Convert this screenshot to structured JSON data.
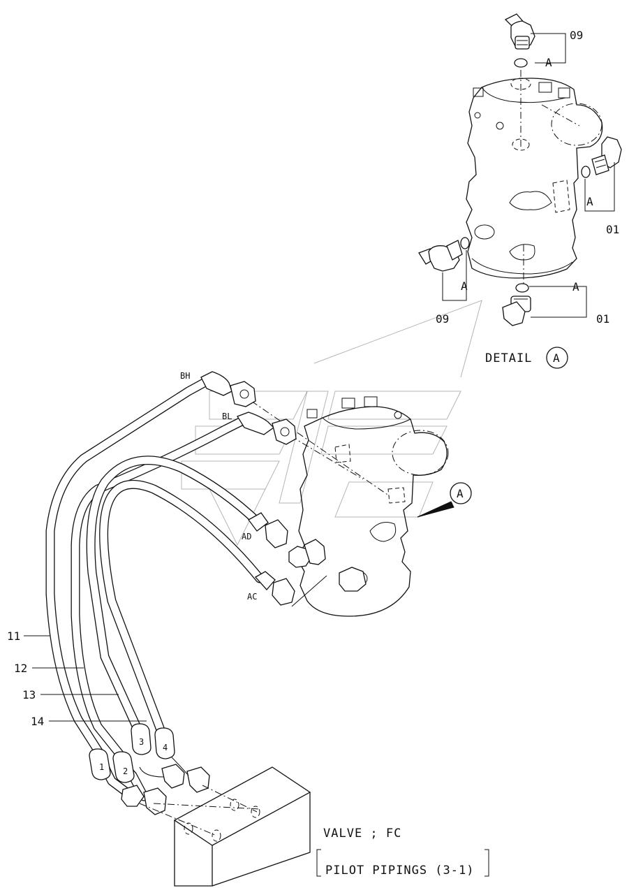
{
  "detail": {
    "title": "DETAIL",
    "marker": "A",
    "callouts": {
      "top_fitting": "09",
      "right_fitting": "01",
      "left_fitting": "09",
      "bottom_fitting": "01"
    },
    "oring_label": "A"
  },
  "main": {
    "detail_marker": "A",
    "ports": {
      "bh": "BH",
      "bl": "BL",
      "ad": "AD",
      "ac": "AC"
    },
    "hoses": [
      "11",
      "12",
      "13",
      "14"
    ],
    "hose_tags": [
      "1",
      "2",
      "3",
      "4"
    ]
  },
  "valve": {
    "name": "VALVE ; FC",
    "section": "PILOT PIPINGS (3-1)"
  }
}
